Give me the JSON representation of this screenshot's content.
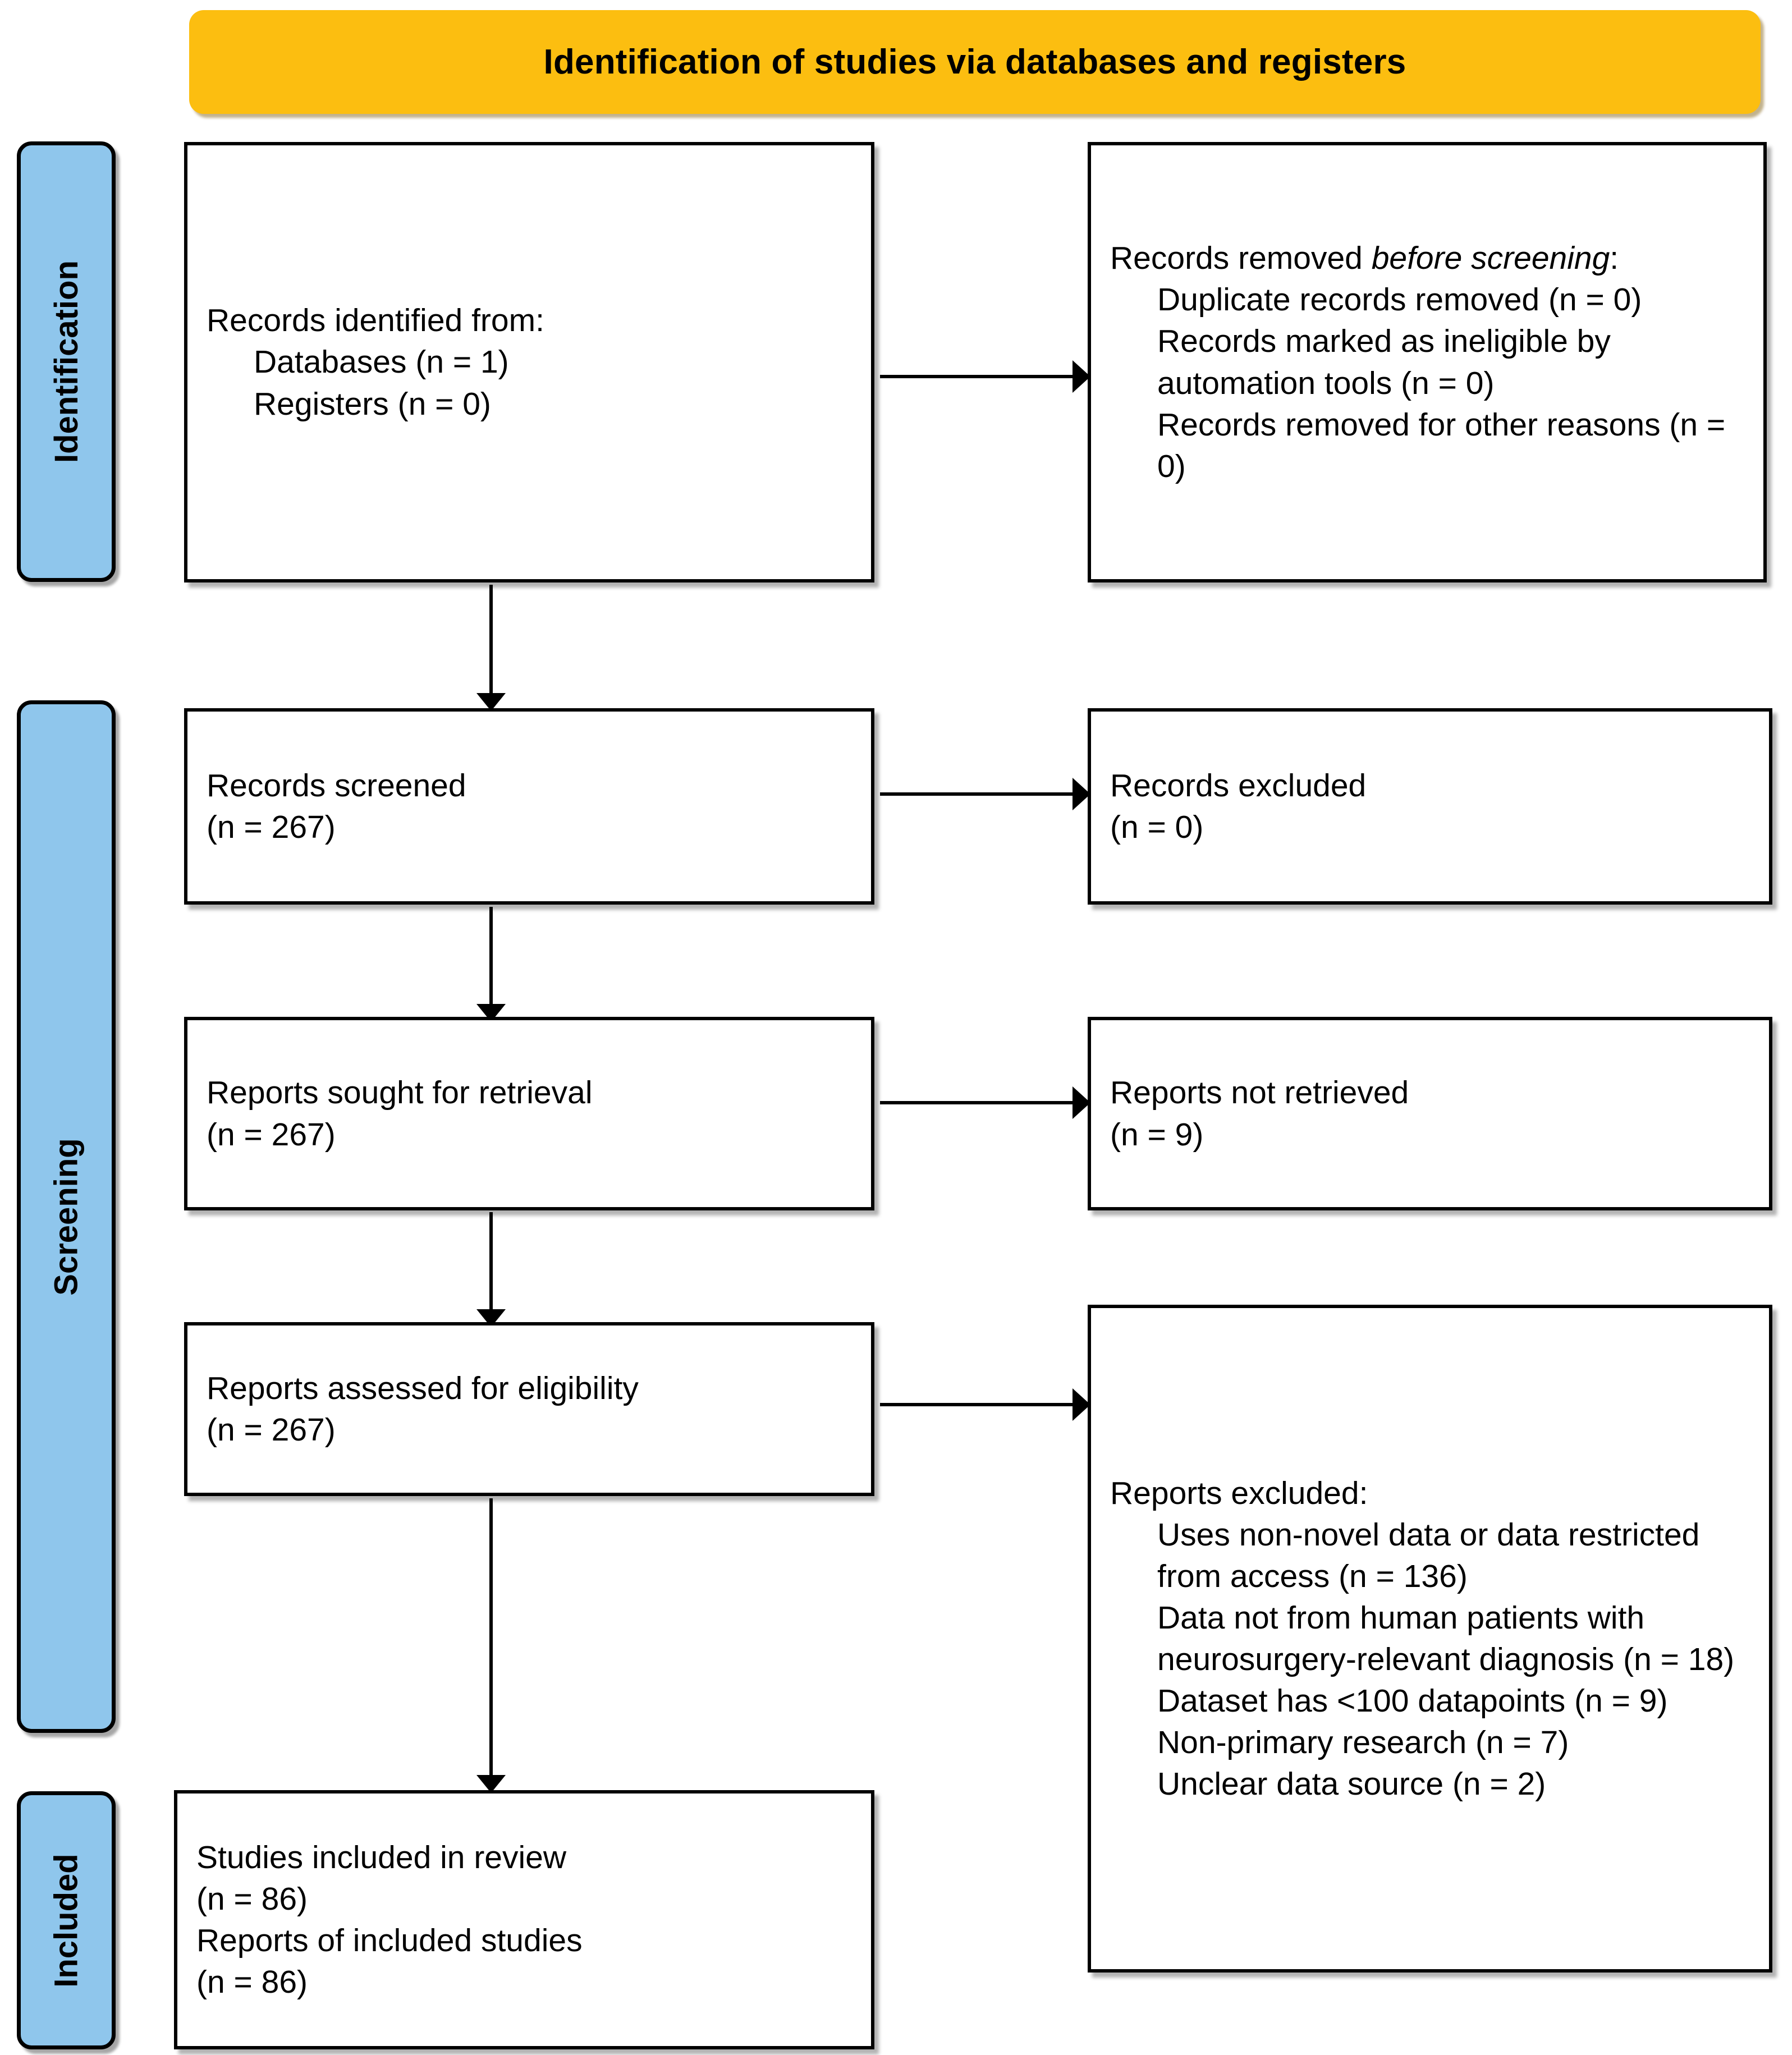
{
  "banner": {
    "title": "Identification of studies via databases and registers",
    "color": "#FCBE10"
  },
  "sidebar": {
    "color": "#8FC6EC",
    "items": [
      {
        "label": "Identification"
      },
      {
        "label": "Screening"
      },
      {
        "label": "Included"
      }
    ]
  },
  "boxes": {
    "identified": {
      "lines": [
        "Records identified from:",
        "Databases (n = 1)",
        "Registers (n = 0)"
      ]
    },
    "removed_before_screening": {
      "head_plain": "Records removed ",
      "head_italic": "before screening",
      "head_colon": ":",
      "lines": [
        "Duplicate records removed (n = 0)",
        "Records marked as ineligible by automation tools (n = 0)",
        "Records removed for other reasons (n = 0)"
      ]
    },
    "records_screened": {
      "lines": [
        "Records screened",
        "(n = 267)"
      ]
    },
    "records_excluded": {
      "lines": [
        "Records excluded",
        "(n = 0)"
      ]
    },
    "reports_sought": {
      "lines": [
        "Reports sought for retrieval",
        "(n = 267)"
      ]
    },
    "reports_not_retrieved": {
      "lines": [
        "Reports not retrieved",
        "(n = 9)"
      ]
    },
    "reports_assessed": {
      "lines": [
        "Reports assessed for eligibility",
        "(n = 267)"
      ]
    },
    "reports_excluded": {
      "head": "Reports excluded:",
      "reasons": [
        "Uses non-novel data or data restricted from access (n = 136)",
        "Data not from human patients with neurosurgery-relevant diagnosis (n = 18)",
        "Dataset has <100 datapoints (n = 9)",
        "Non-primary research (n = 7)",
        "Unclear data source (n = 2)"
      ]
    },
    "studies_included": {
      "lines": [
        "Studies included in review",
        "(n = 86)",
        "Reports of included studies",
        "(n = 86)"
      ]
    }
  }
}
